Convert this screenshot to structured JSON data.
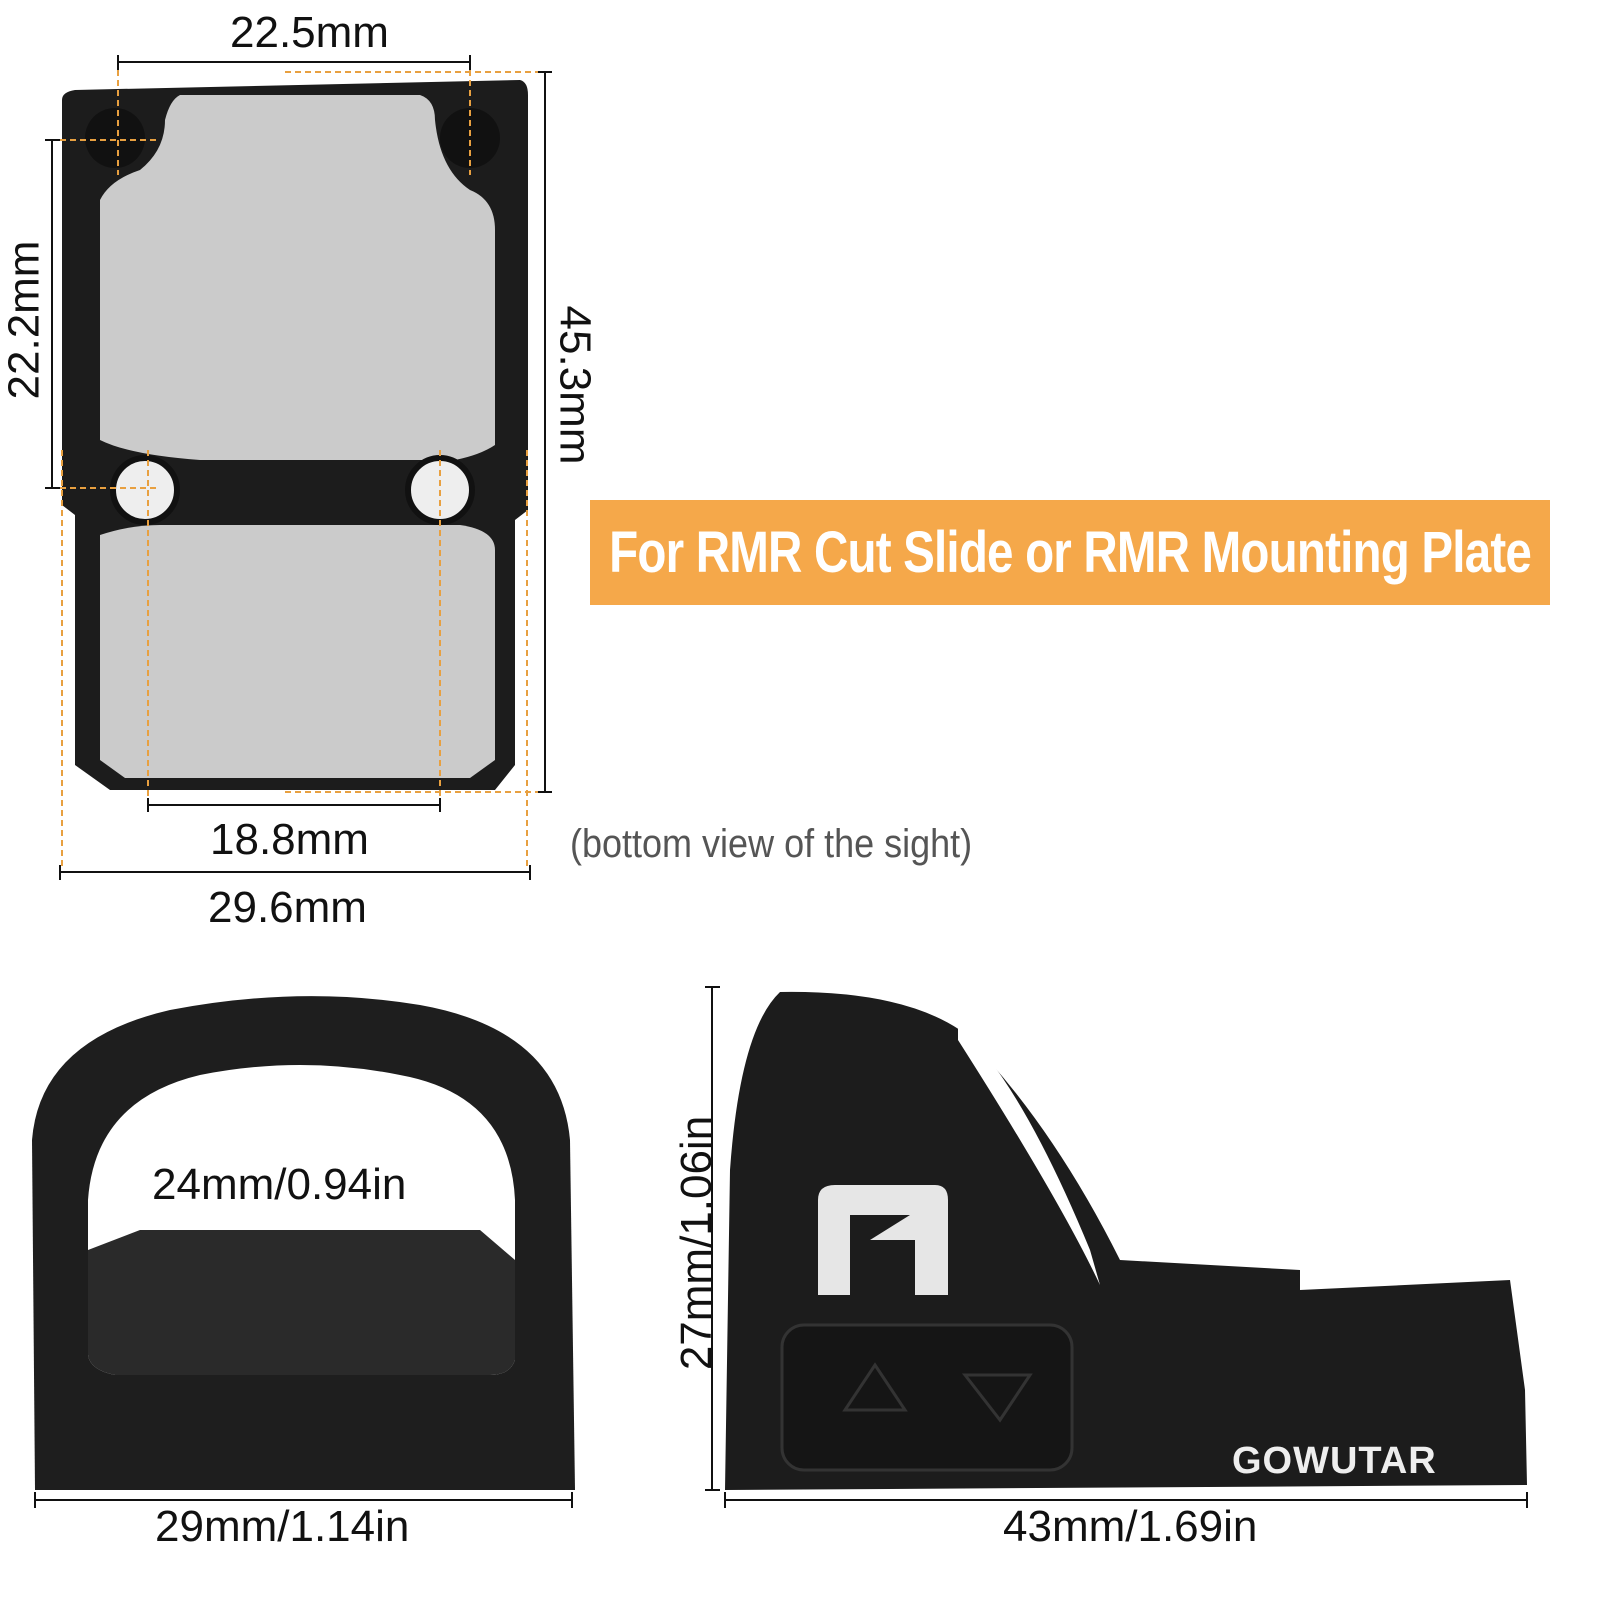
{
  "bottom_view": {
    "dim_top": "22.5mm",
    "dim_left": "22.2mm",
    "dim_right": "45.3mm",
    "dim_inner_bottom": "18.8mm",
    "dim_outer_bottom": "29.6mm",
    "caption": "(bottom view of the sight)"
  },
  "banner": {
    "text": "For RMR Cut Slide or RMR Mounting Plate",
    "color": "#F5A84A"
  },
  "front_view": {
    "dim_window": "24mm/0.94in",
    "dim_width": "29mm/1.14in"
  },
  "side_view": {
    "dim_height": "27mm/1.06in",
    "dim_length": "43mm/1.69in",
    "brand": "GOWUTAR"
  },
  "colors": {
    "guide_line": "#E8A040",
    "body": "#1a1a1a",
    "plate": "#c9c9c9"
  }
}
